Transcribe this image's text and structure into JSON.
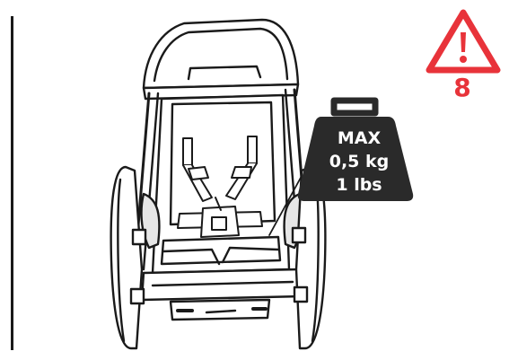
{
  "weight_limit": {
    "max_label": "MAX",
    "metric": "0,5 kg",
    "imperial": "1 lbs"
  },
  "warning": {
    "icon": "warning-triangle-icon",
    "step_number": "8",
    "color": "#e8333a"
  },
  "colors": {
    "ink": "#1a1a1a",
    "weight_fill": "#2a2a2a",
    "seat_shade": "#e6e6e6"
  }
}
